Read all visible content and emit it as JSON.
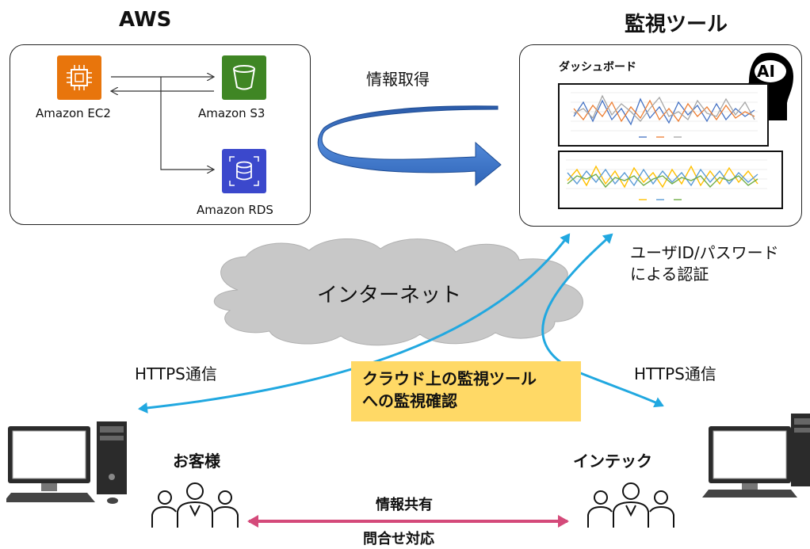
{
  "aws": {
    "title": "AWS",
    "services": {
      "ec2": "Amazon EC2",
      "s3": "Amazon S3",
      "rds": "Amazon RDS"
    }
  },
  "monitor": {
    "title": "監視ツール",
    "dashboard_title": "ダッシュボード",
    "ai_badge": "AI"
  },
  "flow": {
    "info_fetch": "情報取得",
    "internet": "インターネット",
    "auth": "ユーザID/パスワード\nによる認証",
    "https_left": "HTTPS通信",
    "https_right": "HTTPS通信",
    "highlight": "クラウド上の監視ツール\nへの監視確認"
  },
  "people": {
    "customer": "お客様",
    "intec": "インテック",
    "share": "情報共有",
    "inquiry": "問合せ対応"
  },
  "colors": {
    "ec2": "#E8750C",
    "s3": "#3F8624",
    "rds": "#3B48CC",
    "arrow_blue": "#2F6FCB",
    "cyan": "#21A8E0",
    "highlight_bg": "#FFD966",
    "share_arrow": "#D44A7A"
  }
}
